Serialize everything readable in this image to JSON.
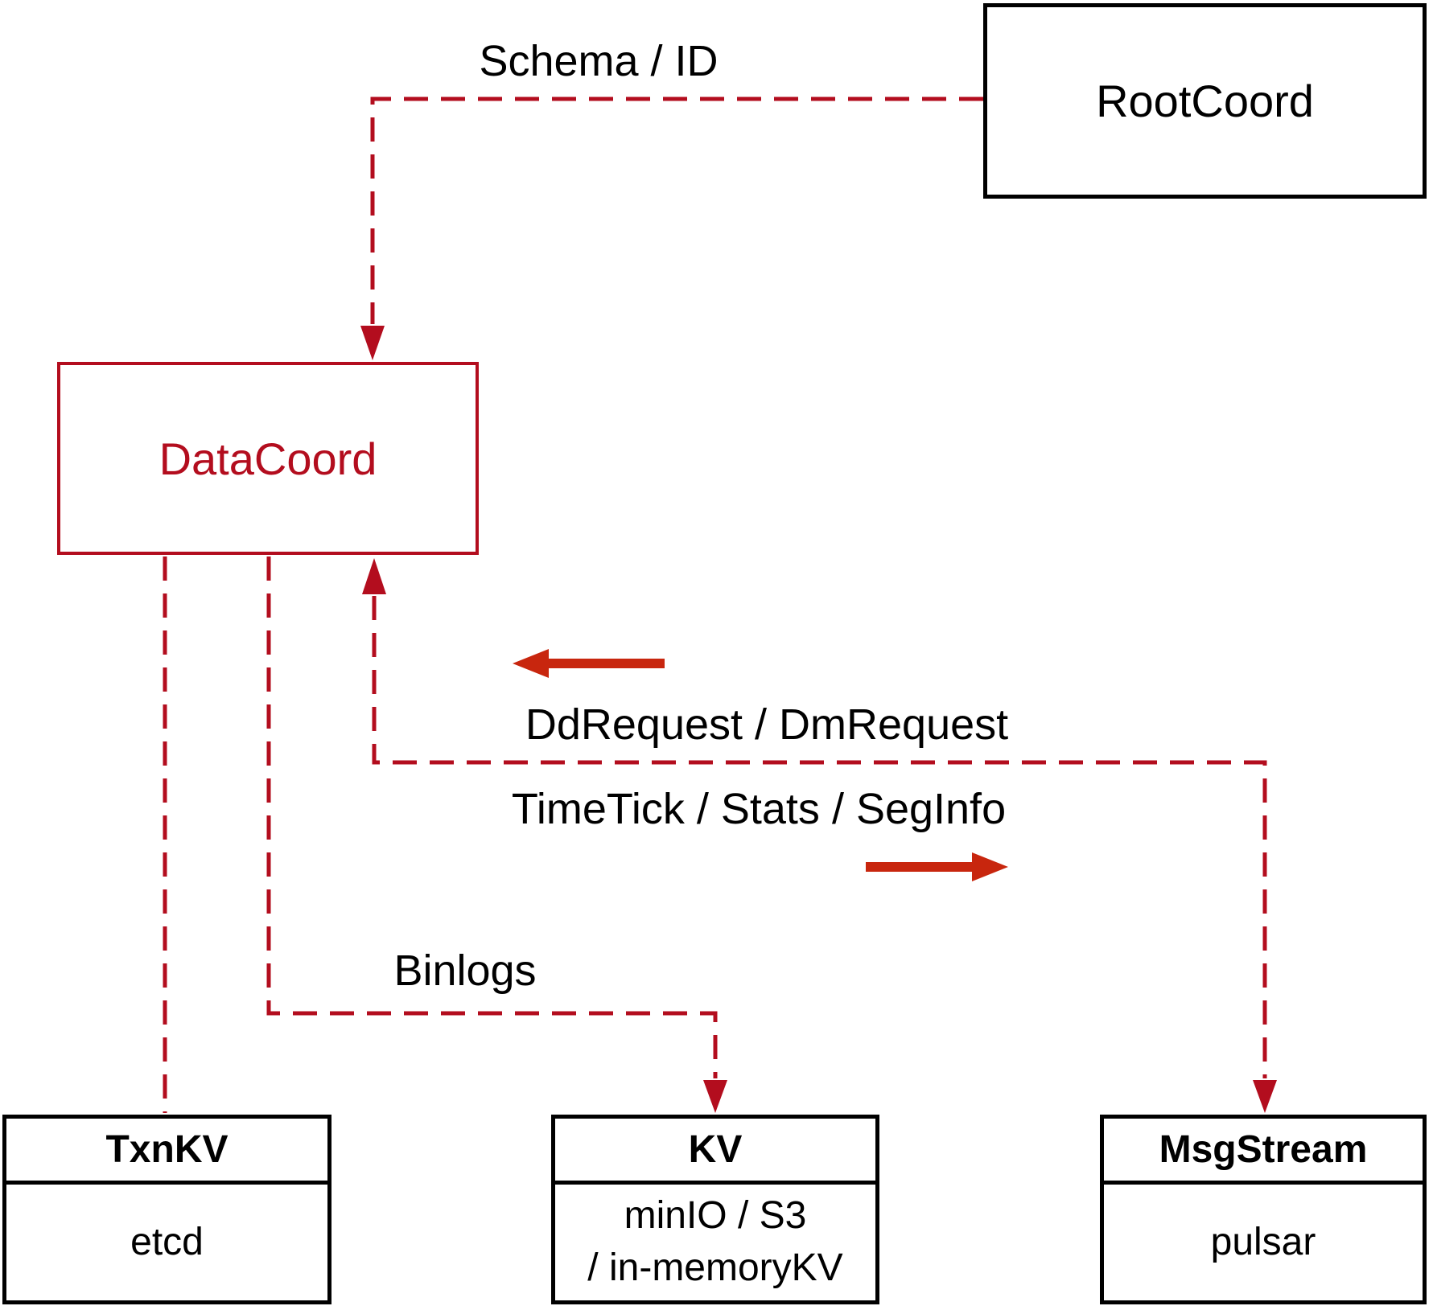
{
  "nodes": {
    "rootcoord": {
      "label": "RootCoord"
    },
    "datacoord": {
      "label": "DataCoord"
    },
    "txnkv": {
      "title": "TxnKV",
      "body": "etcd"
    },
    "kv": {
      "title": "KV",
      "body_line1": "minIO / S3",
      "body_line2": "/ in-memoryKV"
    },
    "msgstream": {
      "title": "MsgStream",
      "body": "pulsar"
    }
  },
  "edge_labels": {
    "schema_id": "Schema / ID",
    "dd_dm": "DdRequest / DmRequest",
    "timetick": "TimeTick / Stats / SegInfo",
    "binlogs": "Binlogs"
  },
  "colors": {
    "connector_crimson": "#b30d1e",
    "solid_arrow_red": "#c8260e",
    "box_border_black": "#000000",
    "background": "#ffffff"
  }
}
